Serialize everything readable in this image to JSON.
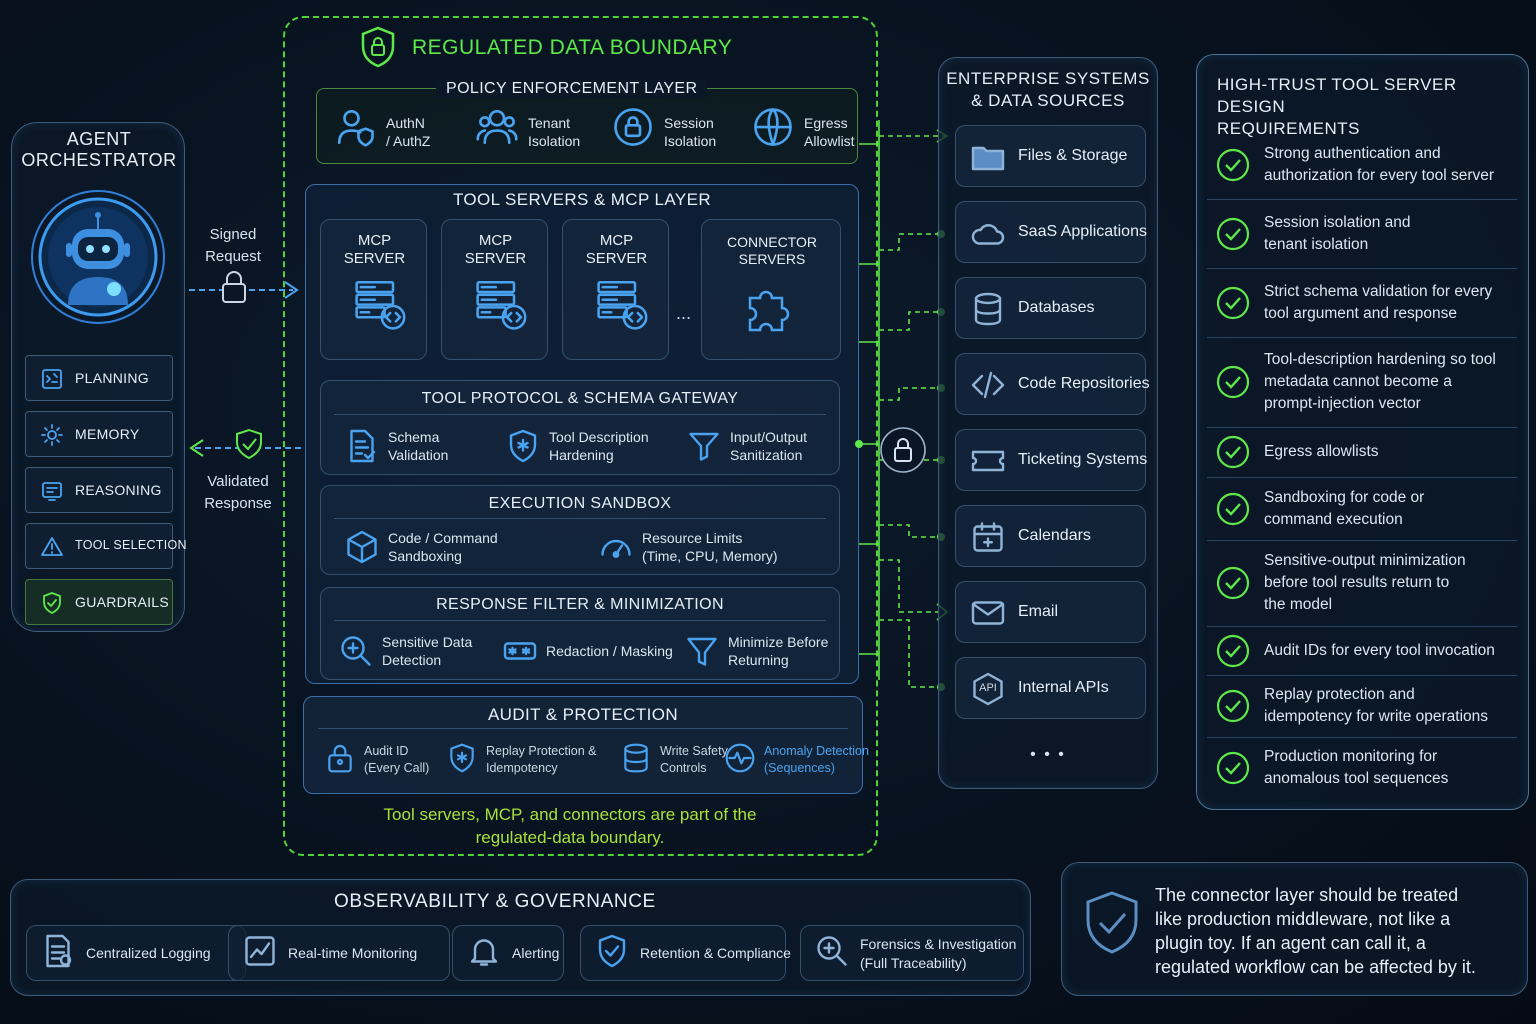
{
  "agent": {
    "title": "AGENT\nORCHESTRATOR",
    "modules": [
      {
        "label": "PLANNING",
        "icon": "planning-icon"
      },
      {
        "label": "MEMORY",
        "icon": "memory-gear-icon"
      },
      {
        "label": "REASONING",
        "icon": "reasoning-icon"
      },
      {
        "label": "TOOL SELECTION",
        "icon": "warning-triangle-icon"
      },
      {
        "label": "GUARDRAILS",
        "icon": "shield-check-icon"
      }
    ]
  },
  "flows": {
    "signed": "Signed\nRequest",
    "validated": "Validated\nResponse"
  },
  "boundary": {
    "title": "REGULATED DATA BOUNDARY",
    "footnote": "Tool servers, MCP, and connectors are part of the\nregulated-data boundary.",
    "policy": {
      "title": "POLICY ENFORCEMENT LAYER",
      "items": [
        {
          "label": "AuthN\n/ AuthZ",
          "icon": "user-shield-icon"
        },
        {
          "label": "Tenant\nIsolation",
          "icon": "users-icon"
        },
        {
          "label": "Session\nIsolation",
          "icon": "lock-icon"
        },
        {
          "label": "Egress\nAllowlist",
          "icon": "globe-icon"
        }
      ]
    },
    "tools": {
      "title": "TOOL SERVERS & MCP LAYER",
      "servers": [
        "MCP\nSERVER",
        "MCP\nSERVER",
        "MCP\nSERVER"
      ],
      "ellipsis": "...",
      "connector": "CONNECTOR\nSERVERS",
      "gateway": {
        "title": "TOOL PROTOCOL & SCHEMA GATEWAY",
        "items": [
          {
            "label": "Schema\nValidation",
            "icon": "document-check-icon"
          },
          {
            "label": "Tool Description\nHardening",
            "icon": "shield-icon"
          },
          {
            "label": "Input/Output\nSanitization",
            "icon": "funnel-icon"
          }
        ]
      },
      "sandbox": {
        "title": "EXECUTION SANDBOX",
        "items": [
          {
            "label": "Code / Command\nSandboxing",
            "icon": "cube-icon"
          },
          {
            "label": "Resource Limits\n(Time, CPU, Memory)",
            "icon": "gauge-icon"
          }
        ]
      },
      "filter": {
        "title": "RESPONSE FILTER & MINIMIZATION",
        "items": [
          {
            "label": "Sensitive Data\nDetection",
            "icon": "magnifier-icon"
          },
          {
            "label": "Redaction / Masking",
            "icon": "mask-icon"
          },
          {
            "label": "Minimize Before\nReturning",
            "icon": "filter-icon"
          }
        ]
      }
    },
    "audit": {
      "title": "AUDIT & PROTECTION",
      "items": [
        {
          "label": "Audit ID\n(Every Call)",
          "icon": "id-lock-icon"
        },
        {
          "label": "Replay Protection &\nIdempotency",
          "icon": "shield-icon"
        },
        {
          "label": "Write Safety\nControls",
          "icon": "database-icon"
        },
        {
          "label": "Anomaly Detection\n(Sequences)",
          "icon": "pulse-icon"
        }
      ]
    }
  },
  "enterprise": {
    "title": "ENTERPRISE SYSTEMS\n& DATA SOURCES",
    "items": [
      {
        "label": "Files & Storage",
        "icon": "folder-icon"
      },
      {
        "label": "SaaS Applications",
        "icon": "cloud-icon"
      },
      {
        "label": "Databases",
        "icon": "database-icon"
      },
      {
        "label": "Code Repositories",
        "icon": "code-icon"
      },
      {
        "label": "Ticketing Systems",
        "icon": "ticket-icon"
      },
      {
        "label": "Calendars",
        "icon": "calendar-icon"
      },
      {
        "label": "Email",
        "icon": "email-icon"
      },
      {
        "label": "Internal APIs",
        "icon": "api-icon"
      }
    ],
    "more": "• • •",
    "api_glyph": "API"
  },
  "requirements": {
    "title": "HIGH-TRUST TOOL SERVER DESIGN\nREQUIREMENTS",
    "items": [
      "Strong authentication and\nauthorization for every tool server",
      "Session isolation and\ntenant isolation",
      "Strict schema validation for every\ntool argument and response",
      "Tool-description hardening so tool\nmetadata cannot become a\nprompt-injection vector",
      "Egress allowlists",
      "Sandboxing for code or\ncommand execution",
      "Sensitive-output minimization\nbefore tool results return to\nthe model",
      "Audit IDs for every tool invocation",
      "Replay protection and\nidempotency for write operations",
      "Production monitoring for\nanomalous tool sequences"
    ]
  },
  "observability": {
    "title": "OBSERVABILITY & GOVERNANCE",
    "items": [
      {
        "label": "Centralized Logging",
        "icon": "log-icon"
      },
      {
        "label": "Real-time Monitoring",
        "icon": "chart-icon"
      },
      {
        "label": "Alerting",
        "icon": "bell-icon"
      },
      {
        "label": "Retention & Compliance",
        "icon": "shield-check-icon"
      },
      {
        "label": "Forensics & Investigation\n(Full Traceability)",
        "icon": "magnifier-icon"
      }
    ]
  },
  "callout": {
    "text": "The connector layer should be treated\nlike production middleware, not like a\nplugin toy. If an agent can call it, a\nregulated workflow can be affected by it."
  },
  "colors": {
    "green": "#5fe84a",
    "blue": "#4aa3f0",
    "panel_border": "#3d5c7a"
  }
}
